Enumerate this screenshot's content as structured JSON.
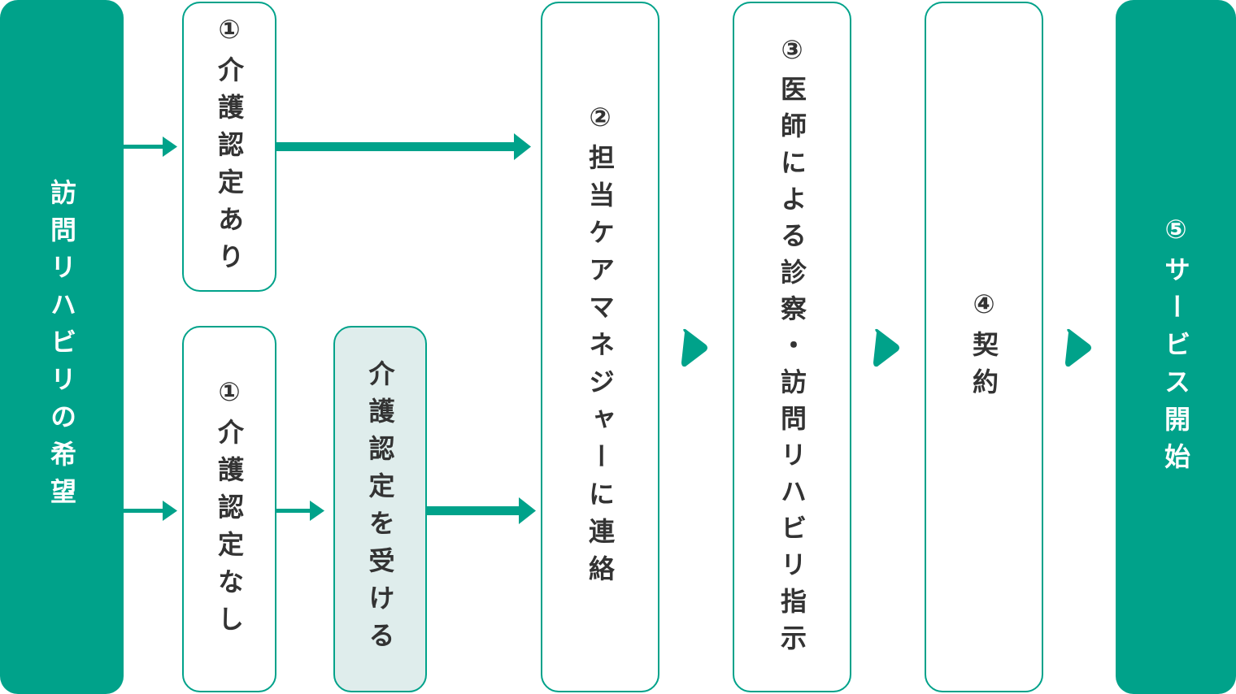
{
  "colors": {
    "accent": "#00A28A",
    "light_fill": "#DFEDEC",
    "text_dark": "#333333",
    "text_light": "#FFFFFF"
  },
  "flow": {
    "start": {
      "label": "訪問リハビリの希望"
    },
    "branch_with_certification": {
      "number": "①",
      "label": "介護認定あり"
    },
    "branch_without_certification": {
      "number": "①",
      "label": "介護認定なし"
    },
    "get_certification": {
      "label": "介護認定を受ける"
    },
    "step2": {
      "number": "②",
      "label": "担当ケアマネジャーに連絡"
    },
    "step3": {
      "number": "③",
      "label": "医師による診察・訪問リハビリ指示"
    },
    "step4": {
      "number": "④",
      "label": "契約"
    },
    "step5": {
      "number": "⑤",
      "label": "サービス開始"
    }
  }
}
